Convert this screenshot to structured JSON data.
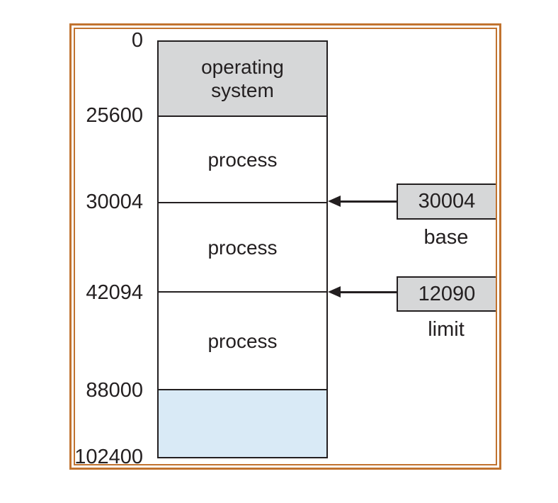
{
  "memory": {
    "address_labels": [
      "0",
      "25600",
      "30004",
      "42094",
      "88000",
      "102400"
    ],
    "sections": [
      {
        "name": "operating-system",
        "label": "operating\nsystem",
        "fill": "#d6d7d8"
      },
      {
        "name": "process-1",
        "label": "process",
        "fill": "#ffffff"
      },
      {
        "name": "process-2",
        "label": "process",
        "fill": "#ffffff"
      },
      {
        "name": "process-3",
        "label": "process",
        "fill": "#ffffff"
      },
      {
        "name": "free-space",
        "label": "",
        "fill": "#d9eaf6"
      }
    ]
  },
  "registers": {
    "base": {
      "value": "30004",
      "label": "base"
    },
    "limit": {
      "value": "12090",
      "label": "limit"
    }
  },
  "colors": {
    "frame_orange": "#c1732f",
    "line_black": "#231f20",
    "section_gray": "#d6d7d8",
    "section_blue": "#d9eaf6",
    "register_fill": "#d6d7d8"
  }
}
